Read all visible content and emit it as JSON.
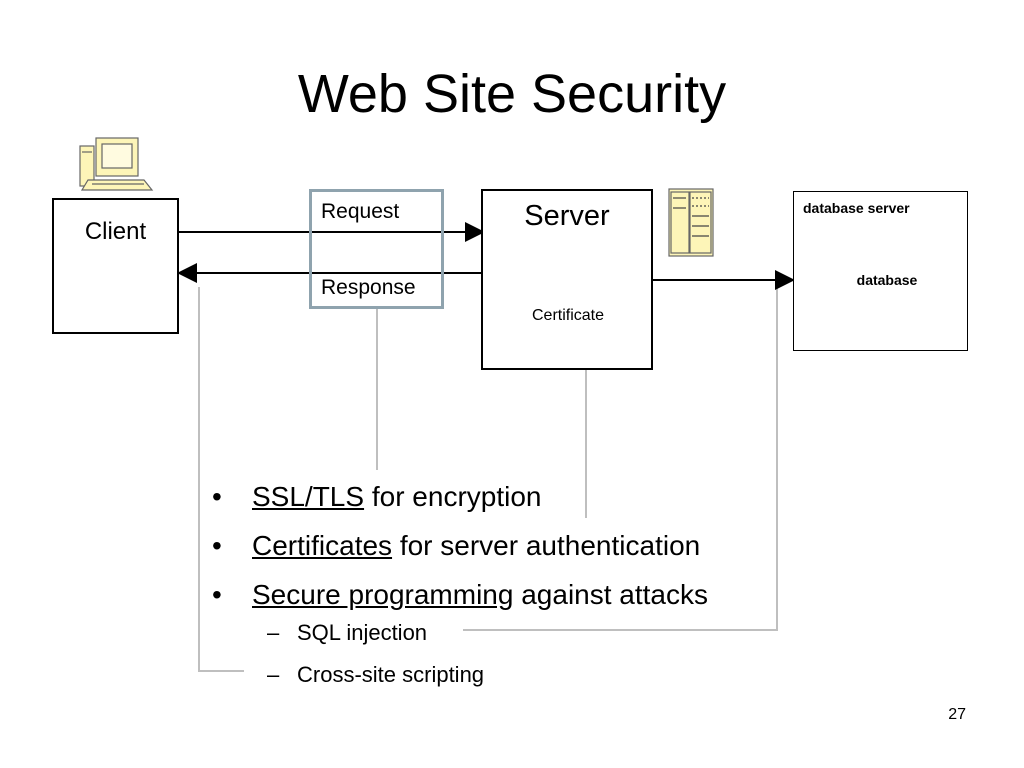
{
  "slide": {
    "title": "Web Site Security",
    "page_number": "27"
  },
  "diagram": {
    "client": "Client",
    "request": "Request",
    "response": "Response",
    "server": "Server",
    "certificate": "Certificate",
    "database_server": "database server",
    "database": "database"
  },
  "bullets": [
    {
      "link": "SSL/TLS",
      "text": " for encryption"
    },
    {
      "link": "Certificates",
      "text": " for server authentication"
    },
    {
      "link": "Secure programming",
      "text": " against attacks"
    }
  ],
  "sub_bullets": [
    {
      "dash": "–",
      "text": "SQL injection"
    },
    {
      "dash": "–",
      "text": "Cross-site scripting"
    }
  ],
  "colors": {
    "connector_gray": "#bfbfbf",
    "request_box_border": "#8fa3ae",
    "icon_fill": "#fdf5b8"
  }
}
